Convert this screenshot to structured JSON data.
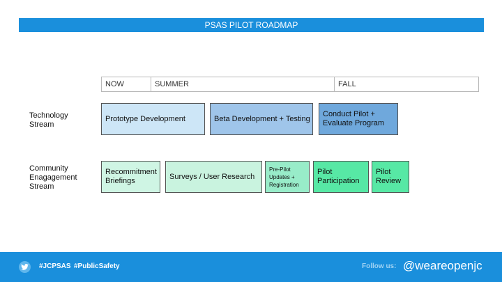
{
  "title": "PSAS PILOT ROADMAP",
  "timeline": {
    "now": "NOW",
    "summer": "SUMMER",
    "fall": "FALL"
  },
  "streams": {
    "technology": {
      "label_line1": "Technology",
      "label_line2": "Stream",
      "boxes": [
        {
          "line1": "Prototype Development",
          "line2": "",
          "color": "#cde6f7"
        },
        {
          "line1": "Beta Development + Testing",
          "line2": "",
          "color": "#9fc5ea"
        },
        {
          "line1": "Conduct Pilot +",
          "line2": "Evaluate Program",
          "color": "#6fa8dc"
        }
      ]
    },
    "community": {
      "label_line1": "Community",
      "label_line2": "Enagagement",
      "label_line3": "Stream",
      "boxes": [
        {
          "line1": "Recommitment",
          "line2": "Briefings",
          "line3": "",
          "color": "#cff5e4"
        },
        {
          "line1": "Surveys / User Research",
          "line2": "",
          "line3": "",
          "color": "#c9f3df"
        },
        {
          "line1": "Pre-Pilot",
          "line2": "Updates +",
          "line3": "Registration",
          "color": "#98ecc9"
        },
        {
          "line1": "Pilot",
          "line2": "Participation",
          "line3": "",
          "color": "#57e8a5"
        },
        {
          "line1": "Pilot",
          "line2": "Review",
          "line3": "",
          "color": "#57e8a5"
        }
      ]
    }
  },
  "footer": {
    "icon": "twitter-bird-icon",
    "hashtag1": "#JCPSAS",
    "hashtag2": "#PublicSafety",
    "follow_label": "Follow us:",
    "handle": "@weareopenjc"
  }
}
